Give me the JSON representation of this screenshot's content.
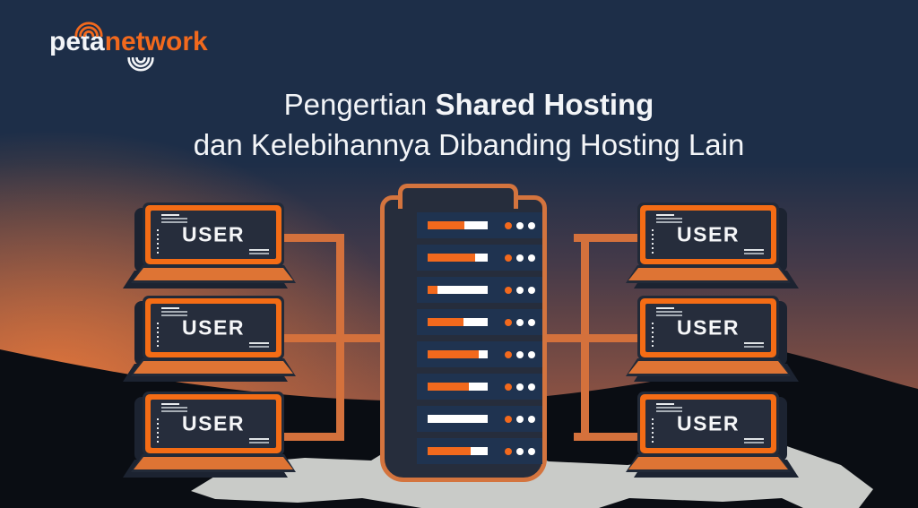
{
  "logo": {
    "text_white": "peta",
    "text_orange": "network",
    "icons": {
      "top": "wifi-arcs-icon",
      "bottom": "wifi-arcs-reflection-icon"
    }
  },
  "title": {
    "line1_regular": "Pengertian",
    "line1_bold": "Shared Hosting",
    "line2": "dan Kelebihannya Dibanding Hosting Lain"
  },
  "server": {
    "rows": [
      {
        "fill_pct": 61,
        "dots": [
          "orange",
          "white",
          "white"
        ]
      },
      {
        "fill_pct": 79,
        "dots": [
          "orange",
          "white",
          "white"
        ]
      },
      {
        "fill_pct": 17,
        "dots": [
          "orange",
          "white",
          "white"
        ]
      },
      {
        "fill_pct": 60,
        "dots": [
          "orange",
          "white",
          "white"
        ]
      },
      {
        "fill_pct": 85,
        "dots": [
          "orange",
          "white",
          "white"
        ]
      },
      {
        "fill_pct": 68,
        "dots": [
          "orange",
          "white",
          "white"
        ]
      },
      {
        "fill_pct": 0,
        "dots": [
          "orange",
          "white",
          "white"
        ]
      },
      {
        "fill_pct": 72,
        "dots": [
          "orange",
          "white",
          "white"
        ]
      }
    ]
  },
  "laptops": [
    {
      "side": "left",
      "label": "USER"
    },
    {
      "side": "left",
      "label": "USER"
    },
    {
      "side": "left",
      "label": "USER"
    },
    {
      "side": "right",
      "label": "USER"
    },
    {
      "side": "right",
      "label": "USER"
    },
    {
      "side": "right",
      "label": "USER"
    }
  ],
  "colors": {
    "background_navy": "#1d2e48",
    "sunset_orange": "#b5613f",
    "accent_orange": "#f2691d",
    "muted_orange": "#d4713c",
    "row_navy": "#1f3350",
    "panel_dark": "#262d3c",
    "hill_dark": "#0a0d13",
    "ground_gray": "#c9cbc8",
    "text_white": "#f3f5f8"
  }
}
